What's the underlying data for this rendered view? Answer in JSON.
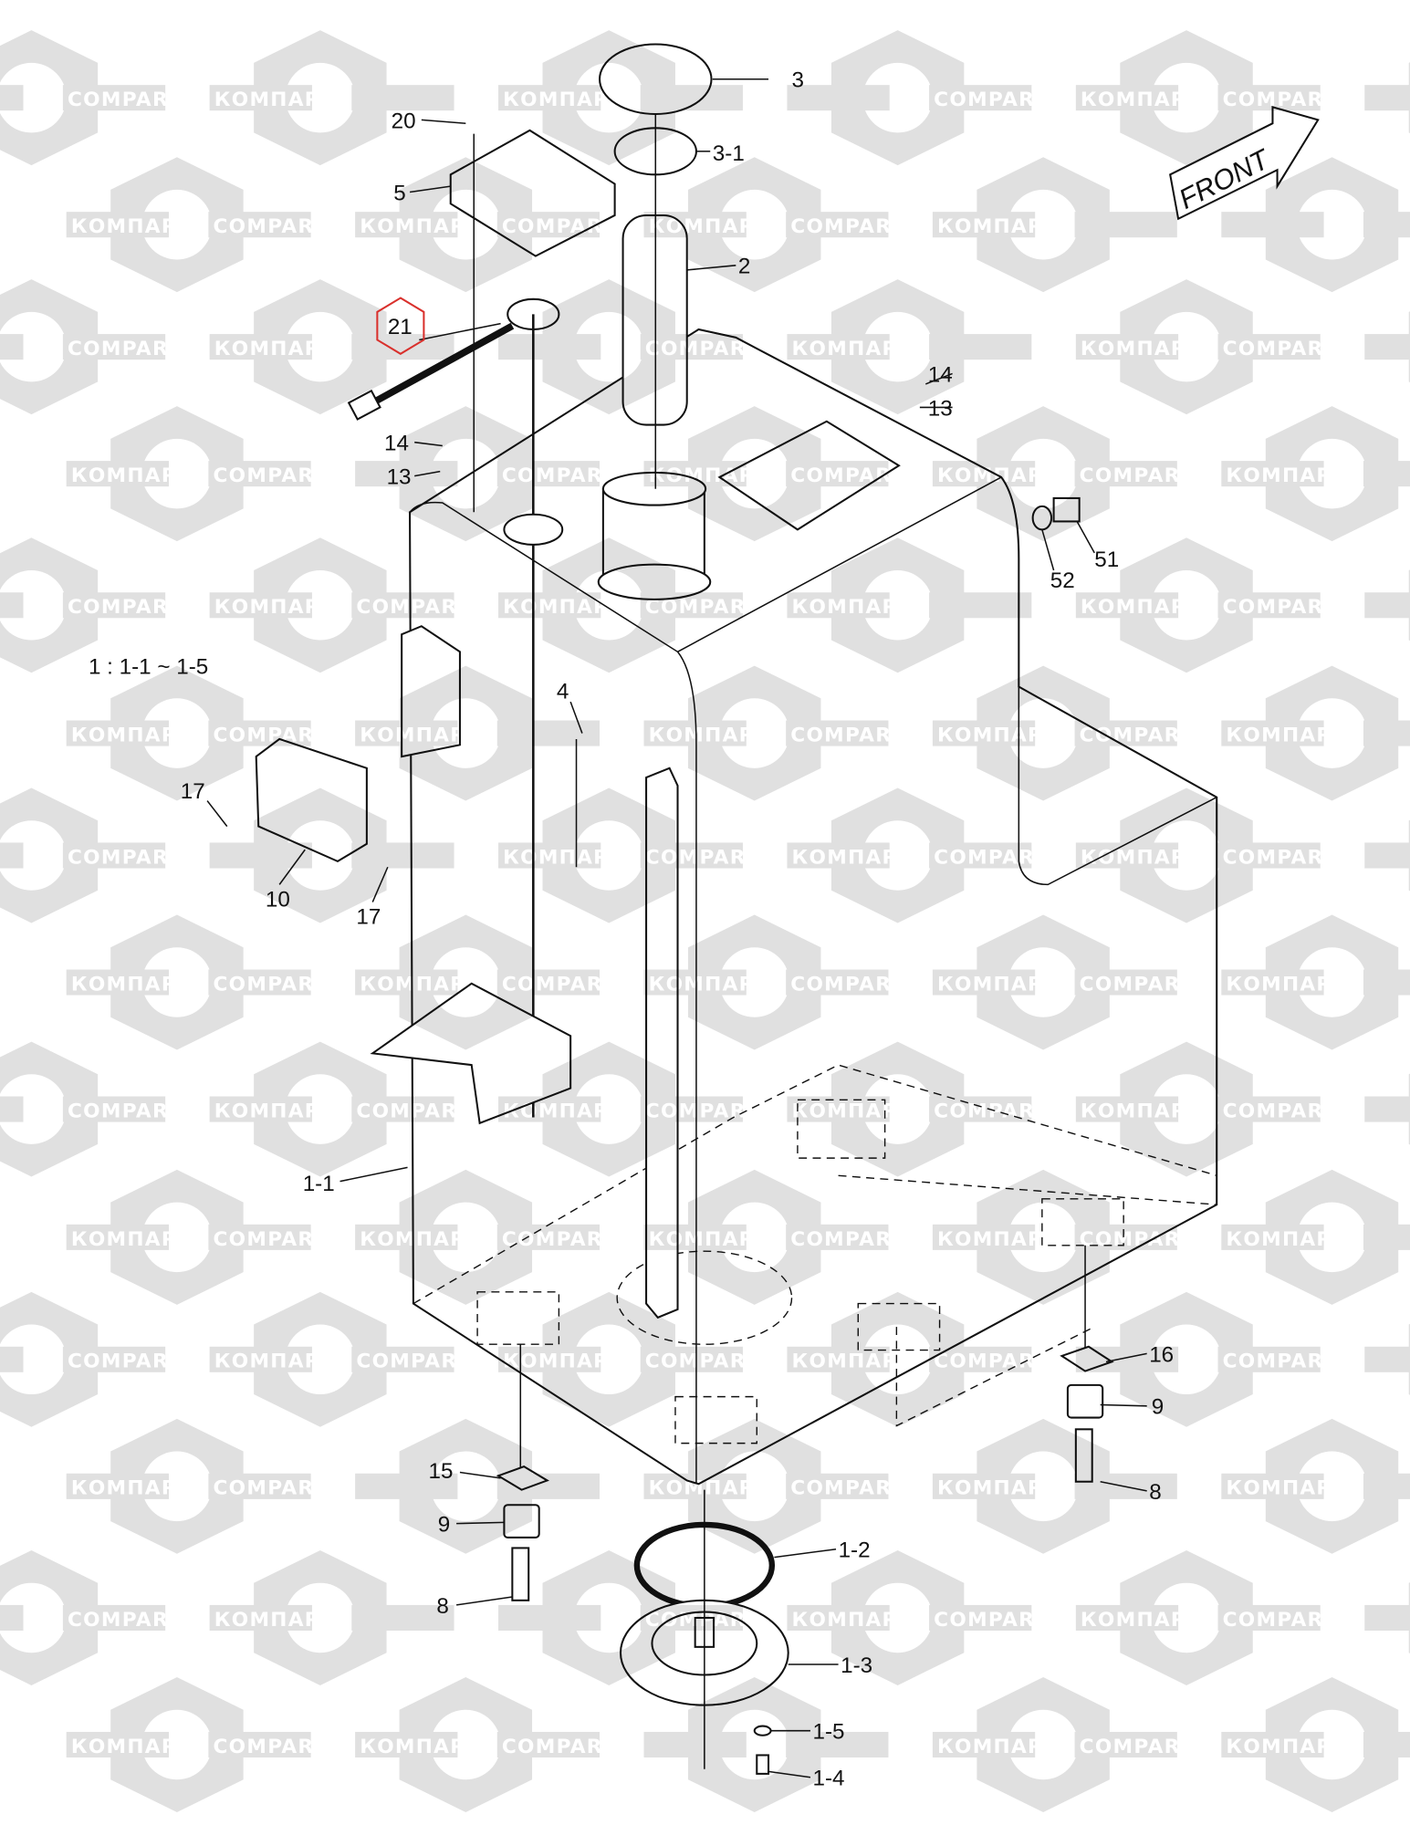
{
  "watermark": {
    "left_text": "КОМПАРТ",
    "right_text": "COMPART",
    "color": "#e0e0e0"
  },
  "front_arrow": {
    "label": "FRONT"
  },
  "legend_note": "1 : 1-1 ~ 1-5",
  "highlight_color": "#d9302c",
  "callouts": [
    {
      "id": "3",
      "label": "3"
    },
    {
      "id": "3-1",
      "label": "3-1"
    },
    {
      "id": "20",
      "label": "20"
    },
    {
      "id": "5",
      "label": "5"
    },
    {
      "id": "2",
      "label": "2"
    },
    {
      "id": "21",
      "label": "21",
      "highlighted": true
    },
    {
      "id": "14a",
      "label": "14"
    },
    {
      "id": "13a",
      "label": "13"
    },
    {
      "id": "14b",
      "label": "14"
    },
    {
      "id": "13b",
      "label": "13"
    },
    {
      "id": "51",
      "label": "51"
    },
    {
      "id": "52",
      "label": "52"
    },
    {
      "id": "4",
      "label": "4"
    },
    {
      "id": "17a",
      "label": "17"
    },
    {
      "id": "10",
      "label": "10"
    },
    {
      "id": "17b",
      "label": "17"
    },
    {
      "id": "1-1",
      "label": "1-1"
    },
    {
      "id": "16",
      "label": "16"
    },
    {
      "id": "9a",
      "label": "9"
    },
    {
      "id": "8a",
      "label": "8"
    },
    {
      "id": "15",
      "label": "15"
    },
    {
      "id": "9b",
      "label": "9"
    },
    {
      "id": "8b",
      "label": "8"
    },
    {
      "id": "1-2",
      "label": "1-2"
    },
    {
      "id": "1-3",
      "label": "1-3"
    },
    {
      "id": "1-5",
      "label": "1-5"
    },
    {
      "id": "1-4",
      "label": "1-4"
    }
  ]
}
